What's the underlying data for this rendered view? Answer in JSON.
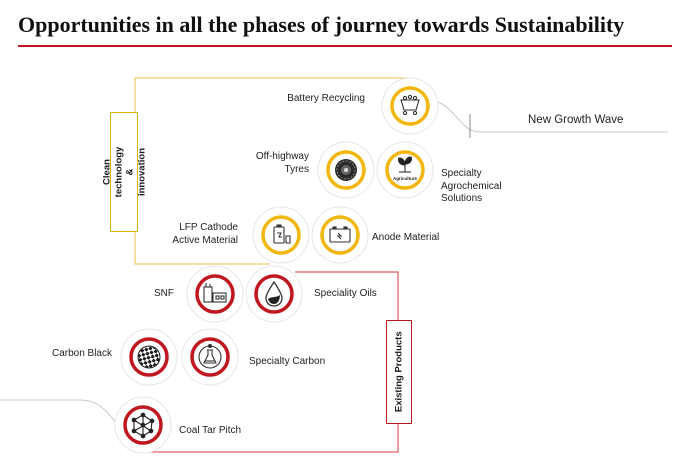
{
  "title": "Opportunities in all the phases of journey towards Sustainability",
  "colors": {
    "accent_red": "#c0161f",
    "accent_yellow": "#f2b70f",
    "title_rule": "#c0161f"
  },
  "new_growth": "New Growth Wave",
  "categories": {
    "clean": "Clean technology & innovation",
    "existing": "Existing Products"
  },
  "items": {
    "battery_recycling": {
      "label": "Battery Recycling",
      "icon": "minecart-icon"
    },
    "off_highway_tyres": {
      "label": "Off-highway\nTyres",
      "icon": "tyre-icon"
    },
    "specialty_agrochemical": {
      "label": "Specialty\nAgrochemical\nSolutions",
      "icon": "plant-icon",
      "icon_text": "Agriculture"
    },
    "lfp_cathode": {
      "label": "LFP Cathode\nActive Material",
      "icon": "battery-cell-icon"
    },
    "anode_material": {
      "label": "Anode Material",
      "icon": "battery-icon"
    },
    "snf": {
      "label": "SNF",
      "icon": "factory-icon"
    },
    "speciality_oils": {
      "label": "Speciality Oils",
      "icon": "oil-drop-icon"
    },
    "carbon_black": {
      "label": "Carbon Black",
      "icon": "checker-sphere-icon"
    },
    "specialty_carbon": {
      "label": "Specialty Carbon",
      "icon": "lab-flask-icon"
    },
    "coal_tar_pitch": {
      "label": "Coal Tar Pitch",
      "icon": "molecule-icon"
    }
  }
}
